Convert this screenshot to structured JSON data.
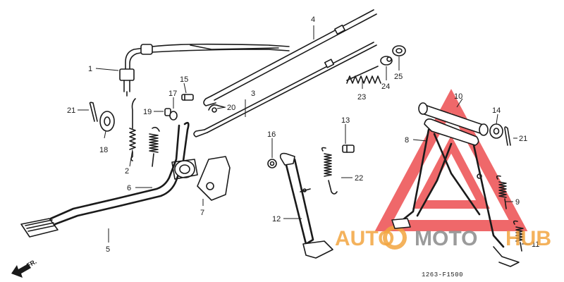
{
  "diagram": {
    "part_numbers": [
      "1",
      "2",
      "3",
      "4",
      "5",
      "6",
      "7",
      "8",
      "9",
      "10",
      "11",
      "12",
      "13",
      "14",
      "15",
      "16",
      "17",
      "18",
      "19",
      "20",
      "21",
      "21",
      "22",
      "23",
      "24",
      "25"
    ],
    "drawing_code": "1263-F1500",
    "direction_label": "FR."
  },
  "watermark": {
    "word_auto": "AUTO",
    "word_moto": "MOTO",
    "word_hub": "HUB",
    "color_orange": "#f2a540",
    "color_grey": "#8a8a8a",
    "color_red": "#e8282b"
  }
}
